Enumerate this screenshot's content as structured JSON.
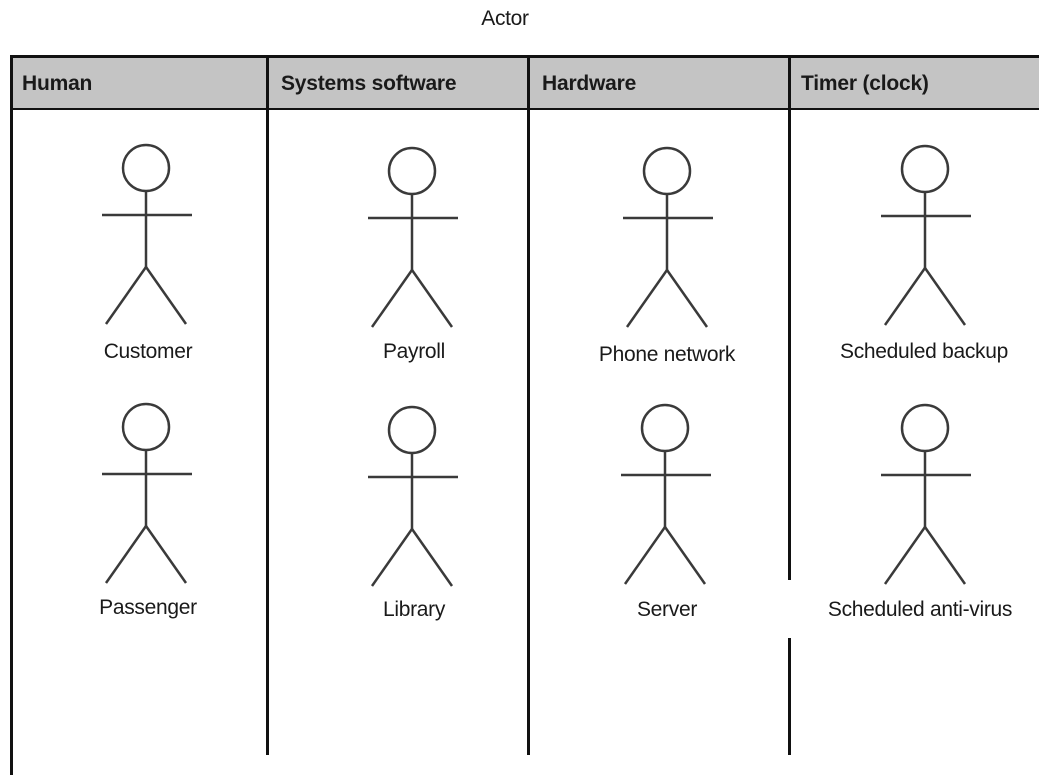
{
  "diagram": {
    "title": "Actor",
    "columns": [
      {
        "header": "Human",
        "actors": [
          "Customer",
          "Passenger"
        ]
      },
      {
        "header": "Systems software",
        "actors": [
          "Payroll",
          "Library"
        ]
      },
      {
        "header": "Hardware",
        "actors": [
          "Phone network",
          "Server"
        ]
      },
      {
        "header": "Timer (clock)",
        "actors": [
          "Scheduled backup",
          "Scheduled anti-virus"
        ]
      }
    ]
  },
  "colors": {
    "header_fill": "#c4c4c4",
    "line": "#111111",
    "figure_stroke": "#3a3a3a"
  },
  "icons": {
    "actor": "stick-figure-icon"
  }
}
